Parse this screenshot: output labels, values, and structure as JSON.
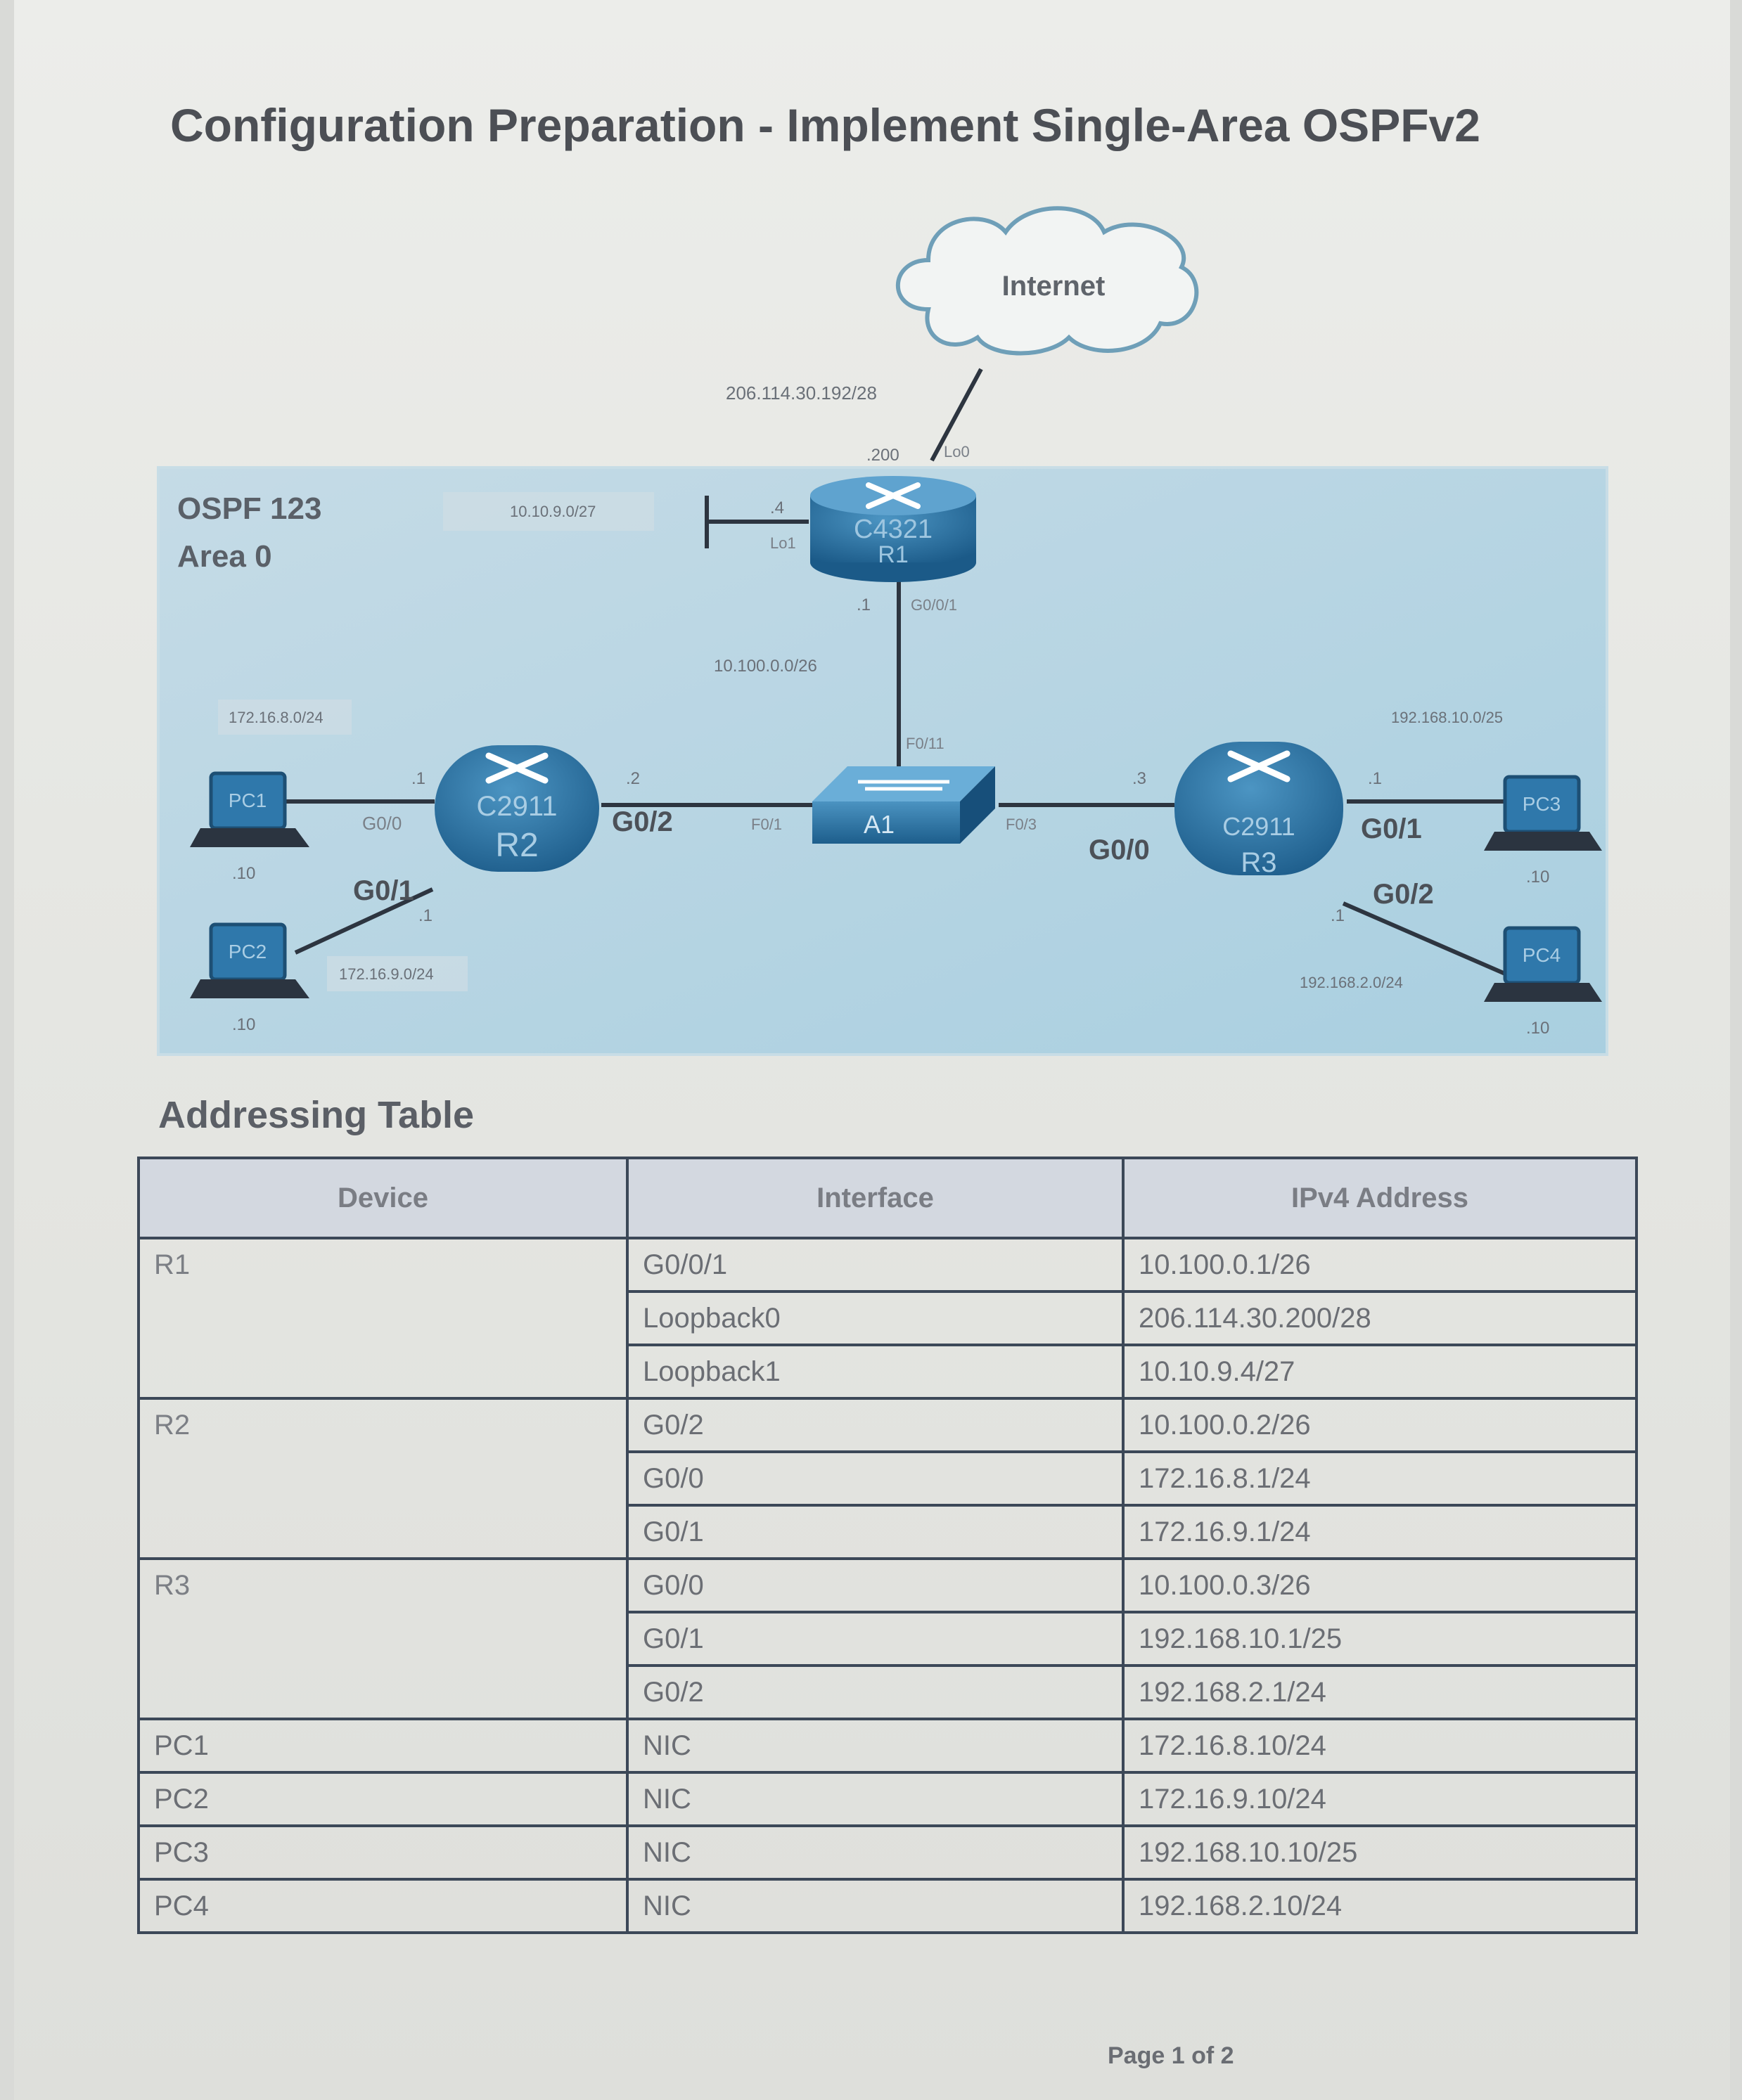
{
  "page_title": "Configuration Preparation - Implement Single-Area OSPFv2",
  "topology": {
    "area": {
      "line1": "OSPF 123",
      "line2": "Area 0"
    },
    "cloud": {
      "label": "Internet"
    },
    "networks": {
      "internet": "206.114.30.192/28",
      "lo1": "10.10.9.0/27",
      "r1_a1": "10.100.0.0/26",
      "pc1": "172.16.8.0/24",
      "pc2": "172.16.9.0/24",
      "pc3": "192.168.10.0/25",
      "pc4": "192.168.2.0/24"
    },
    "devices": {
      "r1": {
        "model": "C4321",
        "name": "R1"
      },
      "r2": {
        "model": "C2911",
        "name": "R2"
      },
      "r3": {
        "model": "C2911",
        "name": "R3"
      },
      "a1": {
        "name": "A1"
      },
      "pc1": {
        "name": "PC1",
        "host": ".10"
      },
      "pc2": {
        "name": "PC2",
        "host": ".10"
      },
      "pc3": {
        "name": "PC3",
        "host": ".10"
      },
      "pc4": {
        "name": "PC4",
        "host": ".10"
      }
    },
    "interfaces": {
      "r1_lo0": "Lo0",
      "r1_lo0_host": ".200",
      "r1_lo1": "Lo1",
      "r1_lo1_host": ".4",
      "r1_g001": "G0/0/1",
      "r1_g001_host": ".1",
      "a1_f011": "F0/11",
      "a1_f01": "F0/1",
      "a1_f03": "F0/3",
      "r2_g00": "G0/0",
      "r2_g00_host": ".1",
      "r2_g01": "G0/1",
      "r2_g01_host": ".1",
      "r2_g02": "G0/2",
      "r2_g02_host": ".2",
      "r3_g00": "G0/0",
      "r3_g00_host": ".3",
      "r3_g01": "G0/1",
      "r3_g01_host": ".1",
      "r3_g02": "G0/2",
      "r3_g02_host": ".1"
    }
  },
  "addressing": {
    "title": "Addressing Table",
    "headers": [
      "Device",
      "Interface",
      "IPv4 Address"
    ],
    "rows": [
      {
        "device": "R1",
        "interface": "G0/0/1",
        "address": "10.100.0.1/26"
      },
      {
        "device": "",
        "interface": "Loopback0",
        "address": "206.114.30.200/28"
      },
      {
        "device": "",
        "interface": "Loopback1",
        "address": "10.10.9.4/27"
      },
      {
        "device": "R2",
        "interface": "G0/2",
        "address": "10.100.0.2/26"
      },
      {
        "device": "",
        "interface": "G0/0",
        "address": "172.16.8.1/24"
      },
      {
        "device": "",
        "interface": "G0/1",
        "address": "172.16.9.1/24"
      },
      {
        "device": "R3",
        "interface": "G0/0",
        "address": "10.100.0.3/26"
      },
      {
        "device": "",
        "interface": "G0/1",
        "address": "192.168.10.1/25"
      },
      {
        "device": "",
        "interface": "G0/2",
        "address": "192.168.2.1/24"
      },
      {
        "device": "PC1",
        "interface": "NIC",
        "address": "172.16.8.10/24"
      },
      {
        "device": "PC2",
        "interface": "NIC",
        "address": "172.16.9.10/24"
      },
      {
        "device": "PC3",
        "interface": "NIC",
        "address": "192.168.10.10/25"
      },
      {
        "device": "PC4",
        "interface": "NIC",
        "address": "192.168.2.10/24"
      }
    ]
  },
  "footer": {
    "page": "Page 1 of 2"
  }
}
